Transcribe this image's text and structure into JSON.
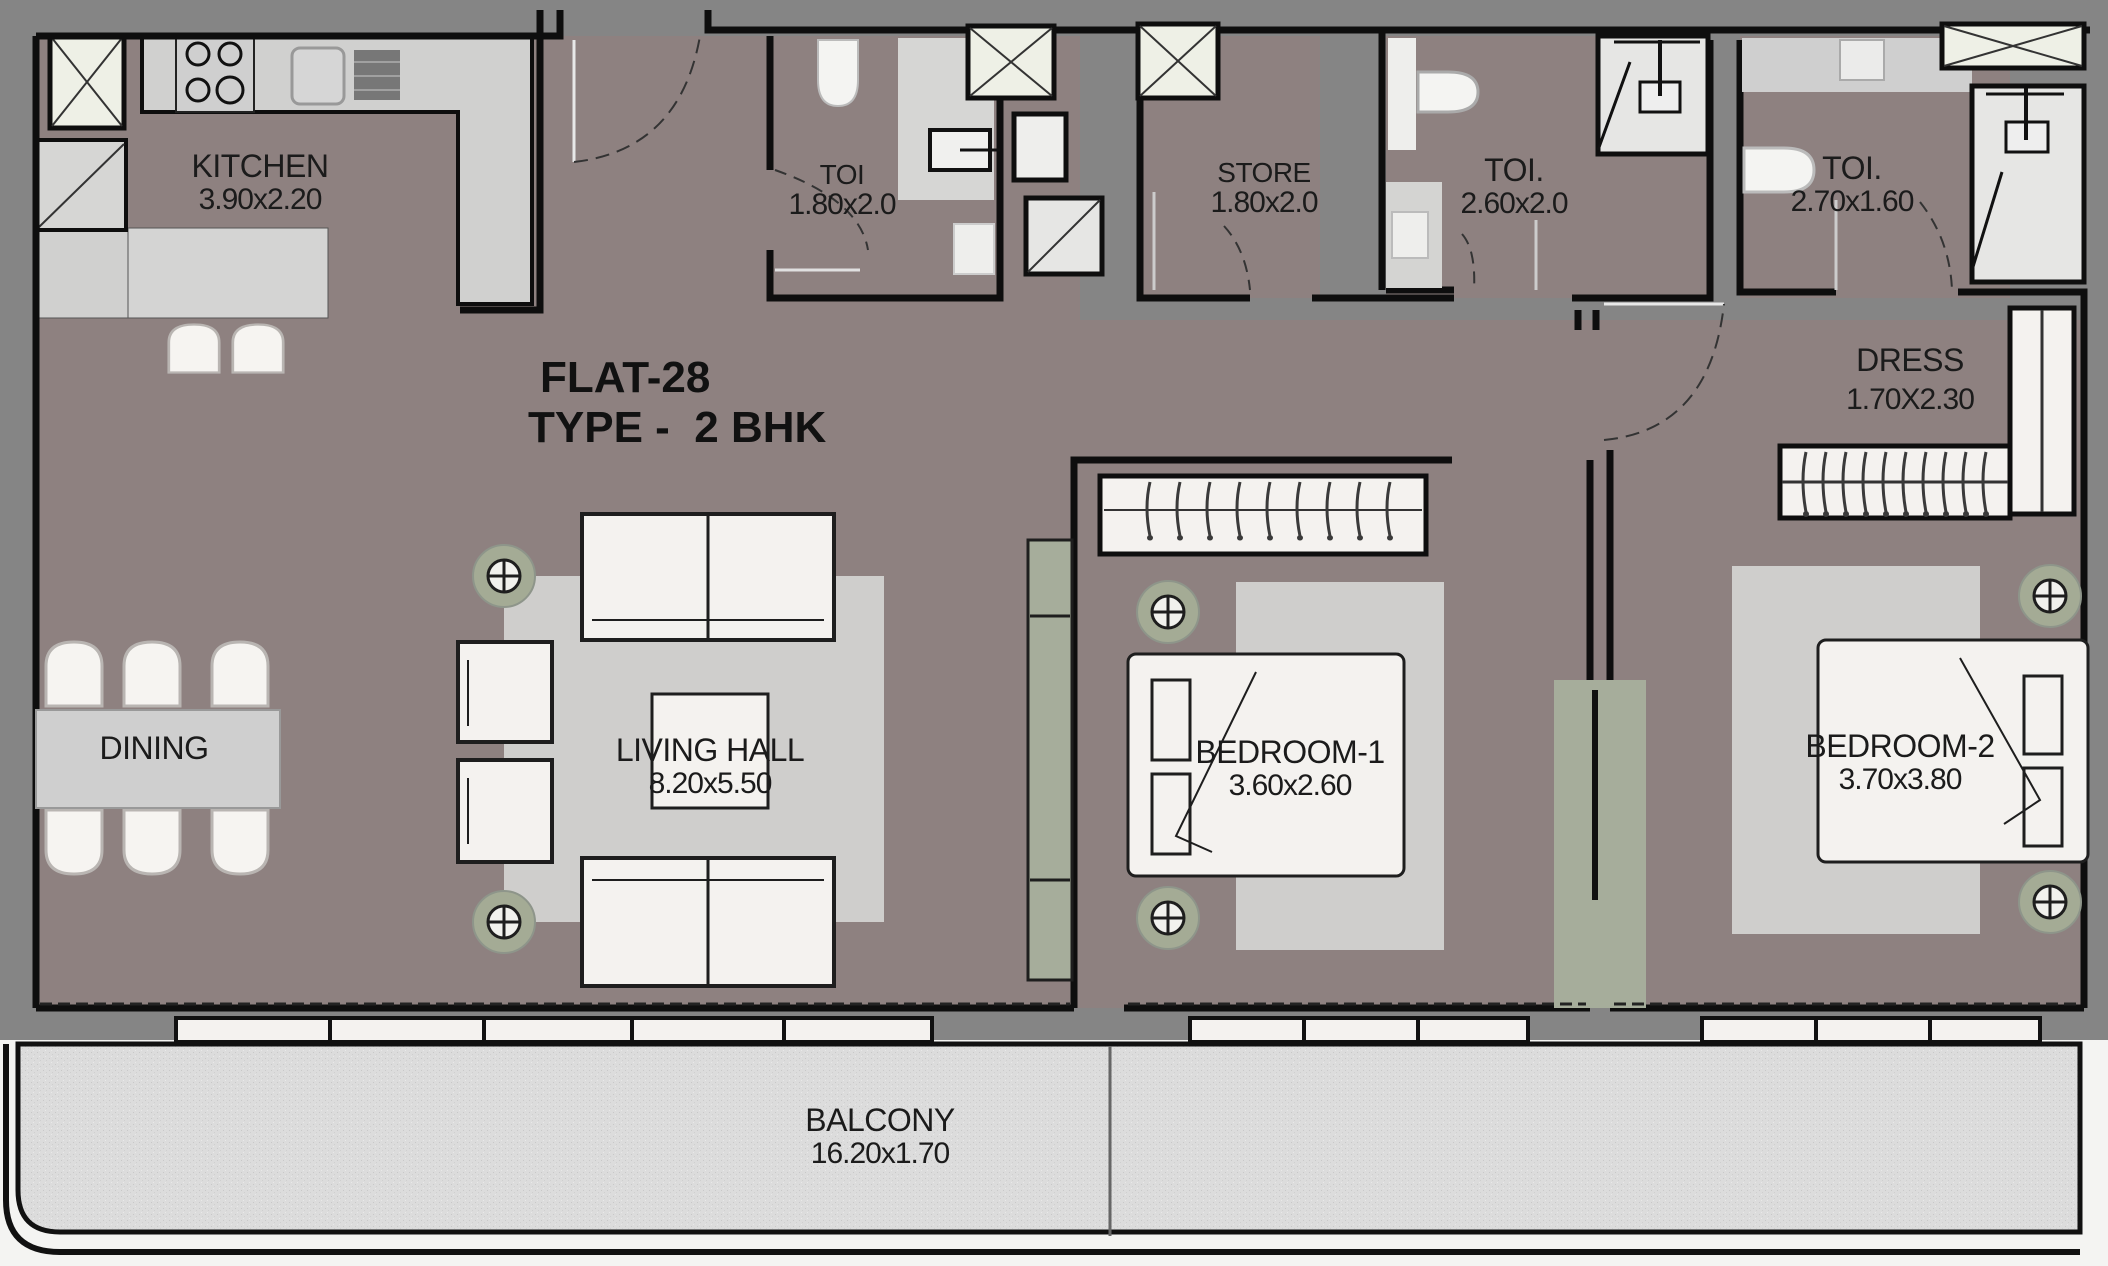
{
  "plan": {
    "flat_title": "FLAT-28",
    "flat_type": "TYPE -  2 BHK",
    "colors": {
      "floor": "#8e8180",
      "wall": "#0e0e0e",
      "wall_fill": "#858585",
      "counter": "#d0d0cf",
      "furniture": "#f4f2ef",
      "rug": "#cfcecc",
      "shaft": "#ebece2",
      "wardrobe_green": "#a6ad9b",
      "plant_green": "#a4ab95",
      "balcony": "#dcdcdc",
      "background": "#f4f4f2"
    },
    "rooms": [
      {
        "id": "kitchen",
        "name": "KITCHEN",
        "dims": "3.90x2.20"
      },
      {
        "id": "toilet-1",
        "name": "TOI",
        "dims": "1.80x2.0"
      },
      {
        "id": "store",
        "name": "STORE",
        "dims": "1.80x2.0"
      },
      {
        "id": "toilet-2",
        "name": "TOI.",
        "dims": "2.60x2.0"
      },
      {
        "id": "toilet-3",
        "name": "TOI.",
        "dims": "2.70x1.60"
      },
      {
        "id": "dress",
        "name": "DRESS",
        "dims": "1.70X2.30"
      },
      {
        "id": "dining",
        "name": "DINING",
        "dims": ""
      },
      {
        "id": "living-hall",
        "name": "LIVING HALL",
        "dims": "8.20x5.50"
      },
      {
        "id": "bedroom-1",
        "name": "BEDROOM-1",
        "dims": "3.60x2.60"
      },
      {
        "id": "bedroom-2",
        "name": "BEDROOM-2",
        "dims": "3.70x3.80"
      },
      {
        "id": "balcony",
        "name": "BALCONY",
        "dims": "16.20x1.70"
      }
    ]
  }
}
